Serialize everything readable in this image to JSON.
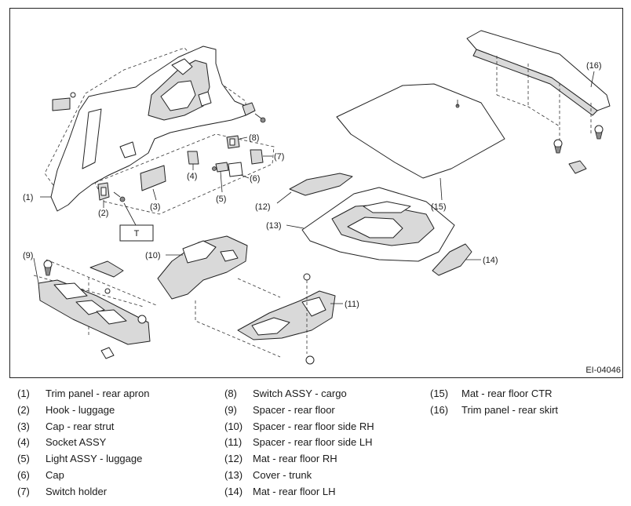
{
  "figure": {
    "id": "EI-04046",
    "tool_box_label": "T",
    "callouts": [
      "(1)",
      "(2)",
      "(3)",
      "(4)",
      "(5)",
      "(6)",
      "(7)",
      "(8)",
      "(9)",
      "(10)",
      "(11)",
      "(12)",
      "(13)",
      "(14)",
      "(15)",
      "(16)"
    ]
  },
  "legend": {
    "col1": [
      {
        "num": "(1)",
        "text": "Trim panel - rear apron"
      },
      {
        "num": "(2)",
        "text": "Hook - luggage"
      },
      {
        "num": "(3)",
        "text": "Cap - rear strut"
      },
      {
        "num": "(4)",
        "text": "Socket ASSY"
      },
      {
        "num": "(5)",
        "text": "Light ASSY - luggage"
      },
      {
        "num": "(6)",
        "text": "Cap"
      },
      {
        "num": "(7)",
        "text": "Switch holder"
      }
    ],
    "col2": [
      {
        "num": "(8)",
        "text": "Switch ASSY - cargo"
      },
      {
        "num": "(9)",
        "text": "Spacer - rear floor"
      },
      {
        "num": "(10)",
        "text": "Spacer - rear floor side RH"
      },
      {
        "num": "(11)",
        "text": "Spacer - rear floor side LH"
      },
      {
        "num": "(12)",
        "text": "Mat - rear floor RH"
      },
      {
        "num": "(13)",
        "text": "Cover - trunk"
      },
      {
        "num": "(14)",
        "text": "Mat - rear floor LH"
      }
    ],
    "col3": [
      {
        "num": "(15)",
        "text": "Mat - rear floor CTR"
      },
      {
        "num": "(16)",
        "text": "Trim panel - rear skirt"
      }
    ]
  }
}
